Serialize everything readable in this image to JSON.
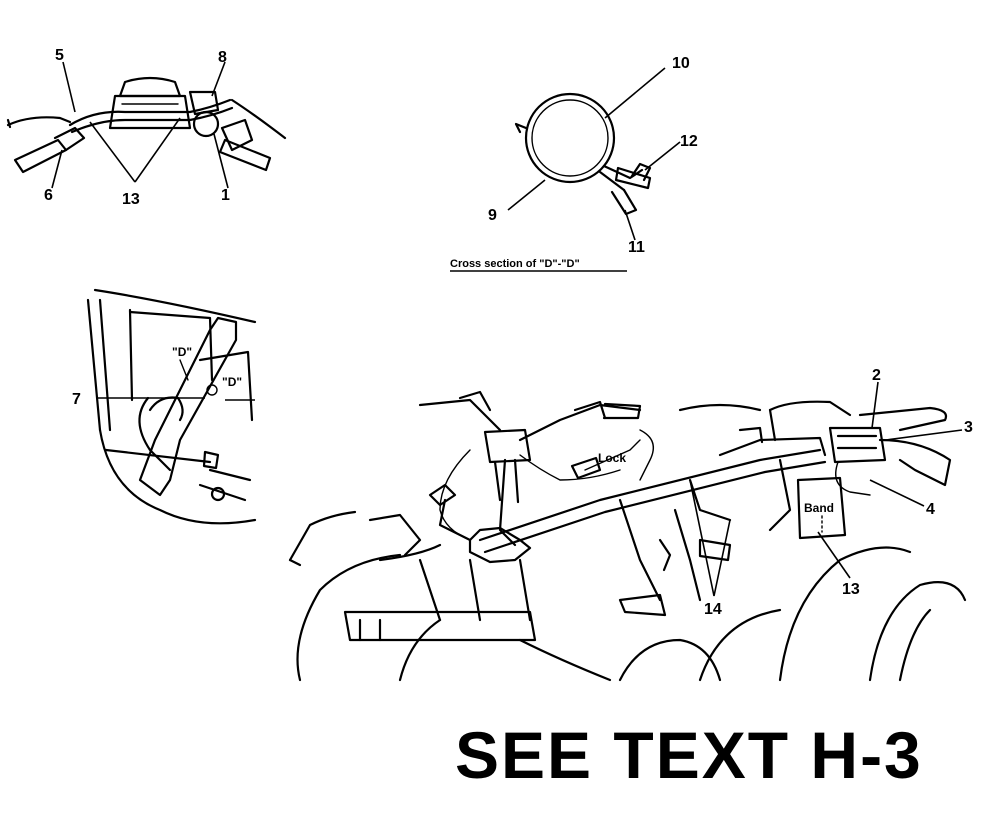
{
  "callouts": {
    "c1": "1",
    "c2": "2",
    "c3": "3",
    "c4": "4",
    "c5": "5",
    "c6": "6",
    "c7": "7",
    "c8": "8",
    "c9": "9",
    "c10": "10",
    "c11": "11",
    "c12": "12",
    "c13_handlebar": "13",
    "c13_main": "13",
    "c14": "14"
  },
  "labels": {
    "d_mark_1": "\"D\"",
    "d_mark_2": "\"D\"",
    "band": "Band",
    "lock": "Lock"
  },
  "cross_section_caption": "Cross section of \"D\"-\"D\"",
  "footer_text": "SEE TEXT H-3"
}
